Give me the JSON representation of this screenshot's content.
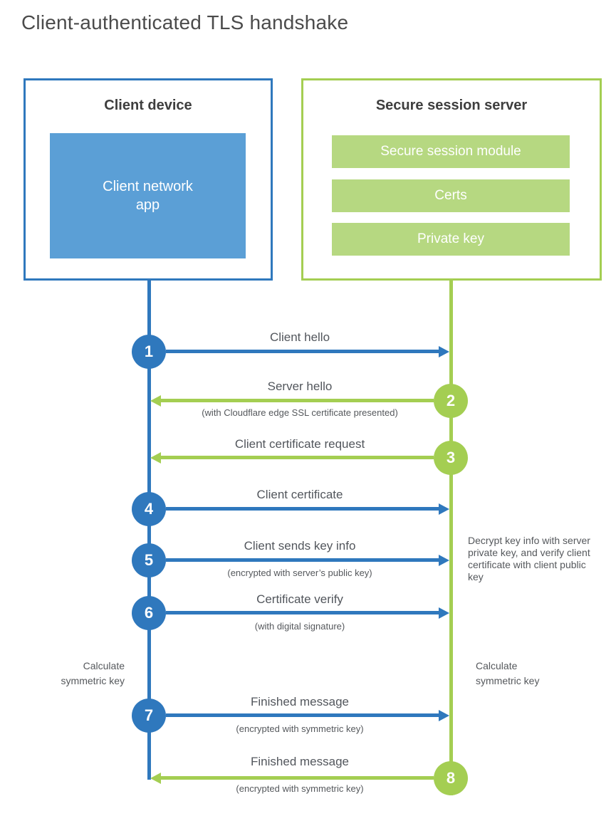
{
  "title": "Client-authenticated TLS handshake",
  "colors": {
    "blue": "#2f78bd",
    "blue_fill": "#5b9fd6",
    "green": "#a4ce52",
    "green_fill": "#b6d881",
    "heading_text": "#3e3e3e",
    "label_text": "#52565c",
    "white_text": "#ffffff"
  },
  "client_box": {
    "title": "Client device",
    "app": "Client network app"
  },
  "server_box": {
    "title": "Secure session server",
    "modules": [
      "Secure session module",
      "Certs",
      "Private key"
    ]
  },
  "steps": [
    {
      "num": "1",
      "label": "Client hello",
      "dir": "right"
    },
    {
      "num": "2",
      "label": "Server hello",
      "sub": "(with Cloudflare edge SSL certificate presented)",
      "dir": "left"
    },
    {
      "num": "3",
      "label": "Client certificate request",
      "dir": "left"
    },
    {
      "num": "4",
      "label": "Client certificate",
      "dir": "right"
    },
    {
      "num": "5",
      "label": "Client sends key info",
      "sub": "(encrypted with server’s public key)",
      "dir": "right"
    },
    {
      "num": "6",
      "label": "Certificate verify",
      "sub": "(with digital signature)",
      "dir": "right"
    },
    {
      "num": "7",
      "label": "Finished message",
      "sub": "(encrypted with symmetric key)",
      "dir": "right"
    },
    {
      "num": "8",
      "label": "Finished message",
      "sub": "(encrypted with symmetric key)",
      "dir": "left"
    }
  ],
  "notes": {
    "decrypt": "Decrypt key info with server private key, and verify client certificate with client public key",
    "calc_left": "Calculate symmetric key",
    "calc_right": "Calculate symmetric key"
  }
}
